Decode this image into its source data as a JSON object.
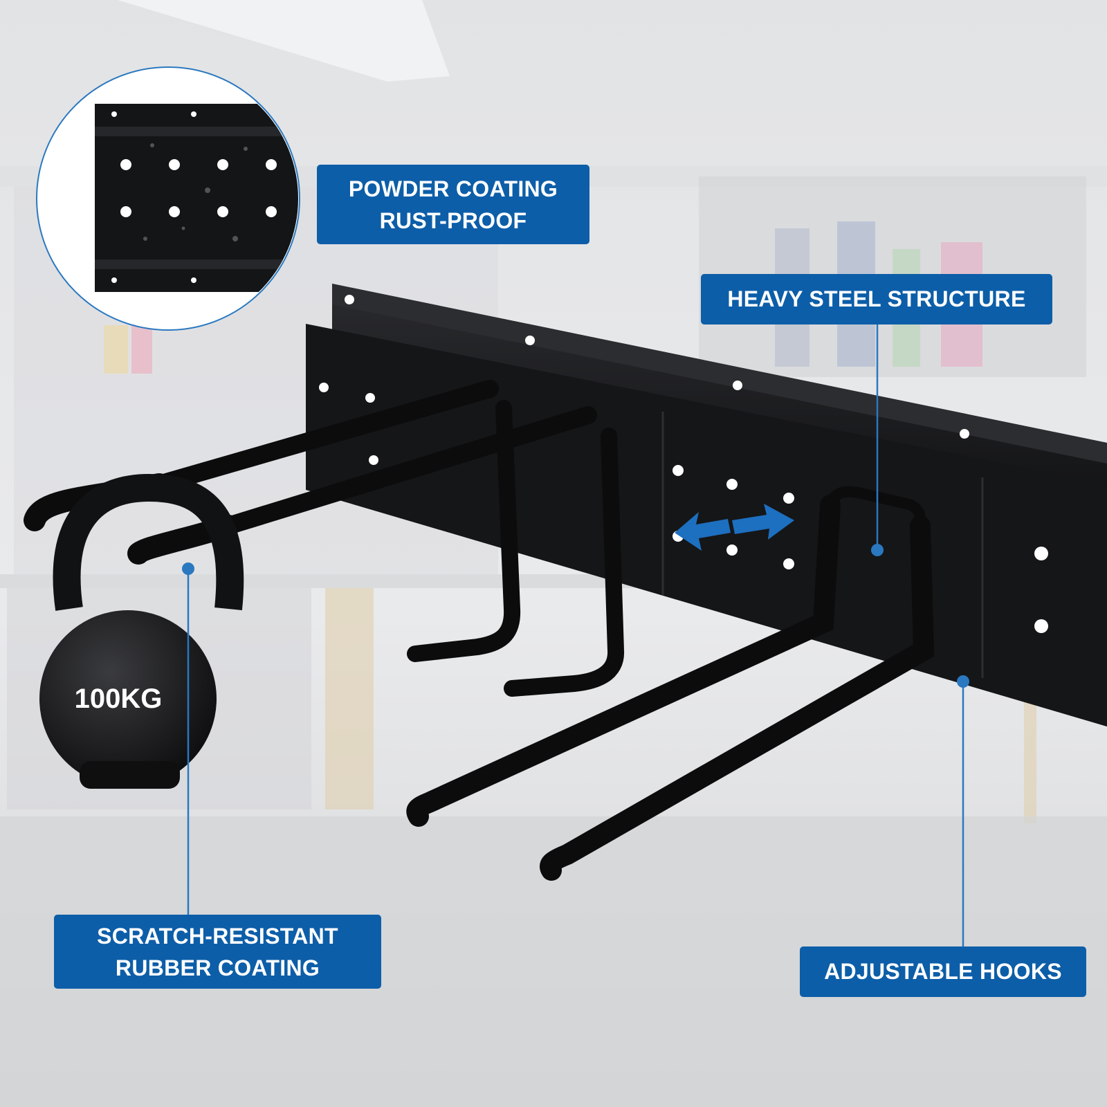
{
  "callouts": {
    "powder_line1": "POWDER COATING",
    "powder_line2": "RUST-PROOF",
    "steel": "HEAVY STEEL STRUCTURE",
    "scratch_line1": "SCRATCH-RESISTANT",
    "scratch_line2": "RUBBER COATING",
    "adjust": "ADJUSTABLE HOOKS"
  },
  "weight_label": "100KG",
  "colors": {
    "callout_bg": "#0d5ea8",
    "callout_text": "#ffffff",
    "leader_line": "#2a78c0",
    "steel": "#111214",
    "background": "#e6e7e9"
  }
}
